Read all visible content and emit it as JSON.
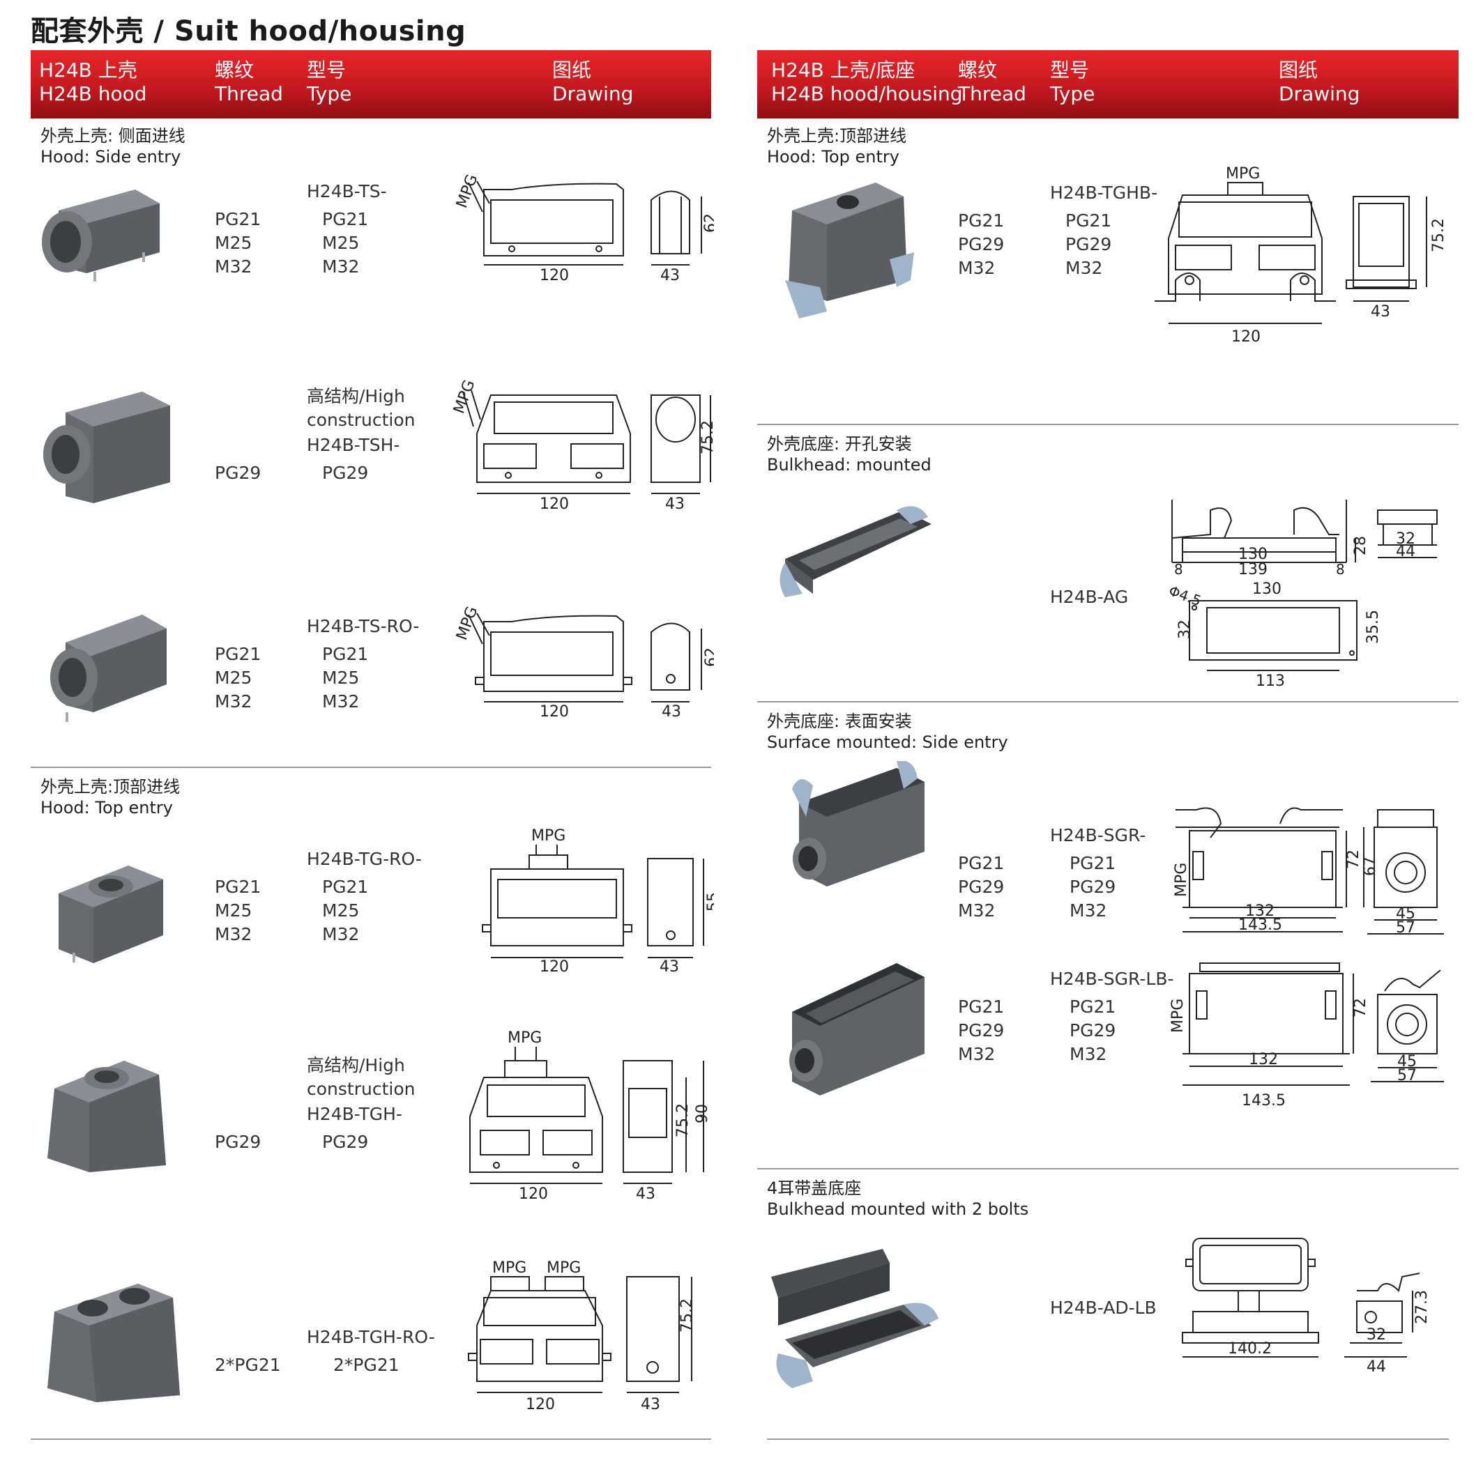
{
  "page": {
    "title": "配套外壳 / Suit hood/housing"
  },
  "left": {
    "header": {
      "col1_cn": "H24B 上壳",
      "col1_en": "H24B hood",
      "col2_cn": "螺纹",
      "col2_en": "Thread",
      "col3_cn": "型号",
      "col3_en": "Type",
      "col4_cn": "图纸",
      "col4_en": "Drawing"
    },
    "sections": [
      {
        "caption_cn": "外壳上壳: 侧面进线",
        "caption_en": "Hood: Side entry",
        "rows": [
          {
            "thread": [
              "PG21",
              "M25",
              "M32"
            ],
            "type_name": "H24B-TS-",
            "type_variants": [
              "PG21",
              "M25",
              "M32"
            ],
            "dims": {
              "w": "120",
              "d": "43",
              "h": "62",
              "mpg": "MPG"
            }
          },
          {
            "thread": [
              "PG29"
            ],
            "type_note": [
              "高结构/High",
              "construction"
            ],
            "type_name": "H24B-TSH-",
            "type_variants": [
              "PG29"
            ],
            "dims": {
              "w": "120",
              "d": "43",
              "h": "75.2",
              "mpg": "MPG"
            }
          },
          {
            "thread": [
              "PG21",
              "M25",
              "M32"
            ],
            "type_name": "H24B-TS-RO-",
            "type_variants": [
              "PG21",
              "M25",
              "M32"
            ],
            "dims": {
              "w": "120",
              "d": "43",
              "h": "62",
              "mpg": "MPG"
            }
          }
        ]
      },
      {
        "caption_cn": "外壳上壳:顶部进线",
        "caption_en": "Hood: Top entry",
        "rows": [
          {
            "thread": [
              "PG21",
              "M25",
              "M32"
            ],
            "type_name": "H24B-TG-RO-",
            "type_variants": [
              "PG21",
              "M25",
              "M32"
            ],
            "dims": {
              "w": "120",
              "d": "43",
              "h": "55",
              "mpg": "MPG"
            }
          },
          {
            "thread": [
              "PG29"
            ],
            "type_note": [
              "高结构/High",
              "construction"
            ],
            "type_name": "H24B-TGH-",
            "type_variants": [
              "PG29"
            ],
            "dims": {
              "w": "120",
              "d": "43",
              "h": "75.2",
              "h2": "90",
              "mpg": "MPG"
            }
          },
          {
            "thread": [
              "2*PG21"
            ],
            "type_name": "H24B-TGH-RO-",
            "type_variants": [
              "2*PG21"
            ],
            "dims": {
              "w": "120",
              "d": "43",
              "h": "75.2",
              "mpg": "MPG"
            }
          }
        ]
      }
    ]
  },
  "right": {
    "header": {
      "col1_cn": "H24B 上壳/底座",
      "col1_en": "H24B hood/housing",
      "col2_cn": "螺纹",
      "col2_en": "Thread",
      "col3_cn": "型号",
      "col3_en": "Type",
      "col4_cn": "图纸",
      "col4_en": "Drawing"
    },
    "sections": [
      {
        "caption_cn": "外壳上壳:顶部进线",
        "caption_en": "Hood: Top entry",
        "rows": [
          {
            "thread": [
              "PG21",
              "PG29",
              "M32"
            ],
            "type_name": "H24B-TGHB-",
            "type_variants": [
              "PG21",
              "PG29",
              "M32"
            ],
            "dims": {
              "w": "120",
              "d": "43",
              "h": "75.2",
              "mpg": "MPG"
            }
          }
        ]
      },
      {
        "caption_cn": "外壳底座: 开孔安装",
        "caption_en": "Bulkhead: mounted",
        "rows": [
          {
            "thread": [],
            "type_name": "H24B-AG",
            "type_variants": [],
            "dims": {
              "a": "130",
              "b": "139",
              "c": "8",
              "d": "8",
              "e": "28",
              "f": "32",
              "g": "44",
              "h": "Φ4.5",
              "i": "130",
              "j": "32",
              "k": "35.5",
              "l": "113"
            }
          }
        ]
      },
      {
        "caption_cn": "外壳底座: 表面安装",
        "caption_en": "Surface mounted: Side entry",
        "rows": [
          {
            "thread": [
              "PG21",
              "PG29",
              "M32"
            ],
            "type_name": "H24B-SGR-",
            "type_variants": [
              "PG21",
              "PG29",
              "M32"
            ],
            "dims": {
              "w1": "132",
              "w2": "143.5",
              "h1": "72",
              "h2": "67",
              "d1": "45",
              "d2": "57",
              "mpg": "MPG"
            }
          },
          {
            "thread": [
              "PG21",
              "PG29",
              "M32"
            ],
            "type_name": "H24B-SGR-LB-",
            "type_variants": [
              "PG21",
              "PG29",
              "M32"
            ],
            "dims": {
              "w1": "132",
              "w2": "143.5",
              "h1": "72",
              "d1": "45",
              "d2": "57",
              "mpg": "MPG"
            }
          }
        ]
      },
      {
        "caption_cn": "4耳带盖底座",
        "caption_en": "Bulkhead mounted with 2 bolts",
        "rows": [
          {
            "thread": [],
            "type_name": "H24B-AD-LB",
            "type_variants": [],
            "dims": {
              "w": "140.2",
              "d1": "32",
              "d2": "44",
              "h": "27.3"
            }
          }
        ]
      }
    ]
  }
}
